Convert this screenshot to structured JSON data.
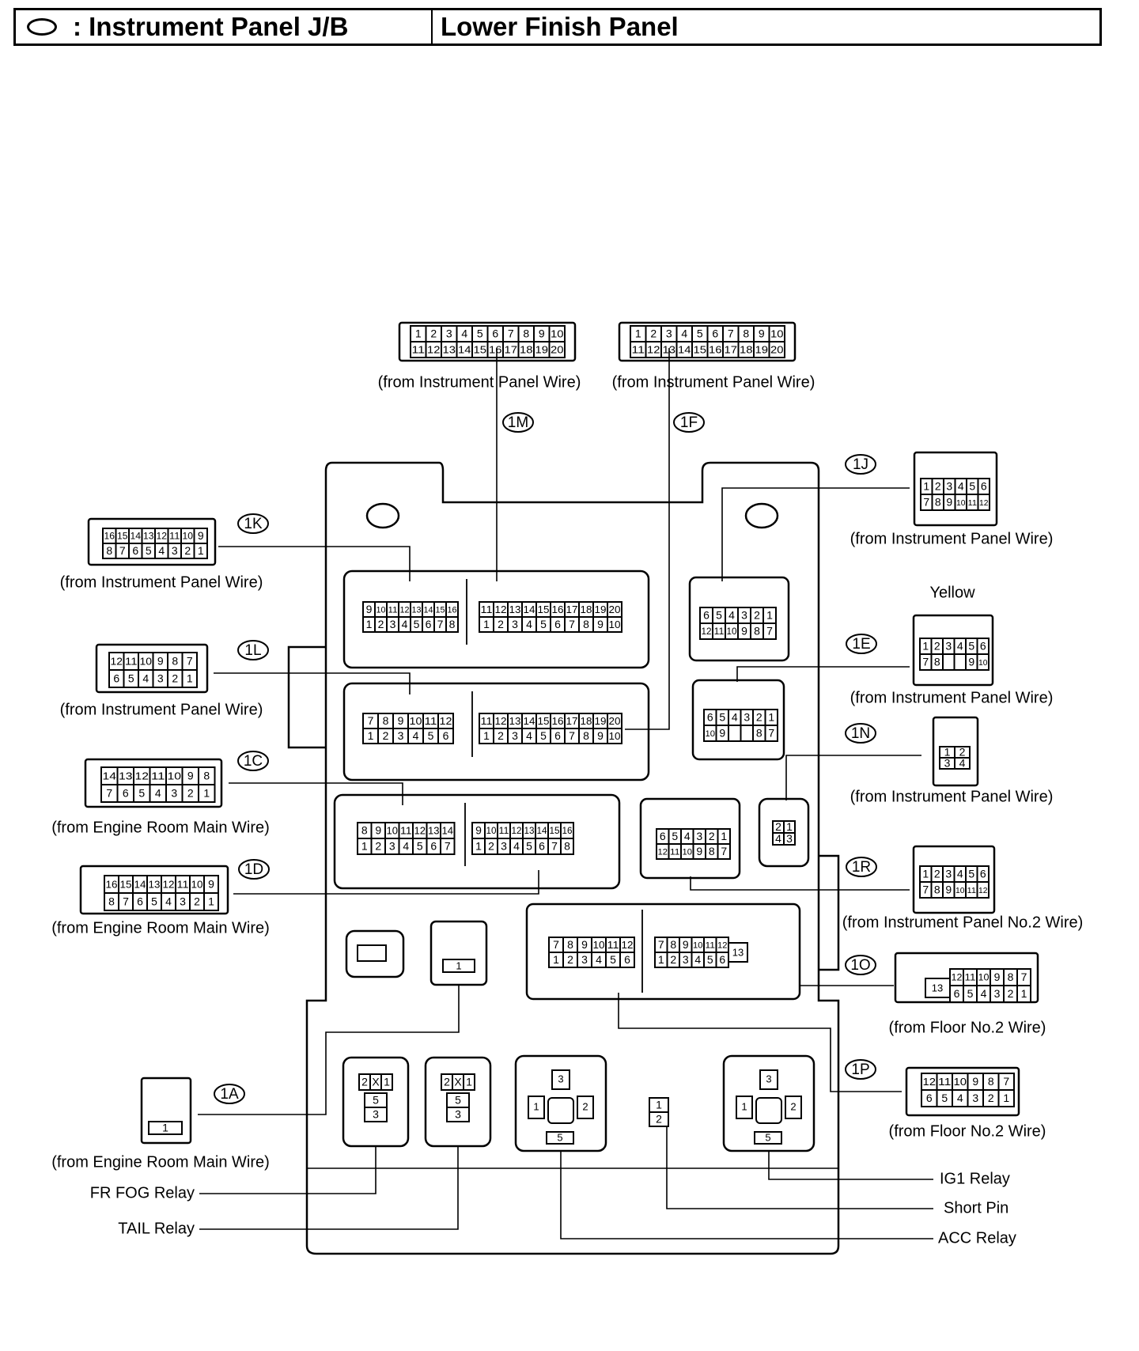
{
  "header": {
    "symbol_icon": "oval-marker-icon",
    "title": ": Instrument Panel J/B",
    "location": "Lower Finish Panel"
  },
  "connectors": [
    {
      "id": "1M",
      "label": "(from Instrument Panel Wire)",
      "rows": [
        [
          "1",
          "2",
          "3",
          "4",
          "5",
          "6",
          "7",
          "8",
          "9",
          "10"
        ],
        [
          "11",
          "12",
          "13",
          "14",
          "15",
          "16",
          "17",
          "18",
          "19",
          "20"
        ]
      ]
    },
    {
      "id": "1F",
      "label": "(from Instrument Panel Wire)",
      "rows": [
        [
          "1",
          "2",
          "3",
          "4",
          "5",
          "6",
          "7",
          "8",
          "9",
          "10"
        ],
        [
          "11",
          "12",
          "13",
          "14",
          "15",
          "16",
          "17",
          "18",
          "19",
          "20"
        ]
      ]
    },
    {
      "id": "1K",
      "label": "(from Instrument Panel Wire)",
      "rows": [
        [
          "16",
          "15",
          "14",
          "13",
          "12",
          "11",
          "10",
          "9"
        ],
        [
          "8",
          "7",
          "6",
          "5",
          "4",
          "3",
          "2",
          "1"
        ]
      ]
    },
    {
      "id": "1L",
      "label": "(from Instrument Panel Wire)",
      "rows": [
        [
          "12",
          "11",
          "10",
          "9",
          "8",
          "7"
        ],
        [
          "6",
          "5",
          "4",
          "3",
          "2",
          "1"
        ]
      ]
    },
    {
      "id": "1C",
      "label": "(from Engine Room Main Wire)",
      "rows": [
        [
          "14",
          "13",
          "12",
          "11",
          "10",
          "9",
          "8"
        ],
        [
          "7",
          "6",
          "5",
          "4",
          "3",
          "2",
          "1"
        ]
      ]
    },
    {
      "id": "1D",
      "label": "(from Engine Room Main Wire)",
      "rows": [
        [
          "16",
          "15",
          "14",
          "13",
          "12",
          "11",
          "10",
          "9"
        ],
        [
          "8",
          "7",
          "6",
          "5",
          "4",
          "3",
          "2",
          "1"
        ]
      ]
    },
    {
      "id": "1J",
      "label": "(from Instrument Panel Wire)",
      "rows": [
        [
          "1",
          "2",
          "3",
          "4",
          "5",
          "6"
        ],
        [
          "7",
          "8",
          "9",
          "10",
          "11",
          "12"
        ]
      ]
    },
    {
      "id": "1E",
      "label": "(from Instrument Panel Wire)",
      "color_note": "Yellow",
      "rows": [
        [
          "1",
          "2",
          "3",
          "4",
          "5",
          "6"
        ],
        [
          "7",
          "8",
          "",
          "",
          "9",
          "10"
        ]
      ]
    },
    {
      "id": "1N",
      "label": "(from Instrument Panel Wire)",
      "rows": [
        [
          "1",
          "2"
        ],
        [
          "3",
          "4"
        ]
      ]
    },
    {
      "id": "1R",
      "label": "(from Instrument Panel No.2 Wire)",
      "rows": [
        [
          "1",
          "2",
          "3",
          "4",
          "5",
          "6"
        ],
        [
          "7",
          "8",
          "9",
          "10",
          "11",
          "12"
        ]
      ]
    },
    {
      "id": "1O",
      "label": "(from Floor No.2 Wire)",
      "extra_pin": "13",
      "rows": [
        [
          "12",
          "11",
          "10",
          "9",
          "8",
          "7"
        ],
        [
          "6",
          "5",
          "4",
          "3",
          "2",
          "1"
        ]
      ]
    },
    {
      "id": "1P",
      "label": "(from Floor No.2 Wire)",
      "rows": [
        [
          "12",
          "11",
          "10",
          "9",
          "8",
          "7"
        ],
        [
          "6",
          "5",
          "4",
          "3",
          "2",
          "1"
        ]
      ]
    },
    {
      "id": "1A",
      "label": "(from Engine Room Main Wire)",
      "rows": [
        [
          "1"
        ]
      ]
    }
  ],
  "jb_sockets": {
    "kl_left": {
      "rows": [
        [
          "9",
          "10",
          "11",
          "12",
          "13",
          "14",
          "15",
          "16"
        ],
        [
          "1",
          "2",
          "3",
          "4",
          "5",
          "6",
          "7",
          "8"
        ]
      ]
    },
    "kl_right": {
      "rows": [
        [
          "11",
          "12",
          "13",
          "14",
          "15",
          "16",
          "17",
          "18",
          "19",
          "20"
        ],
        [
          "1",
          "2",
          "3",
          "4",
          "5",
          "6",
          "7",
          "8",
          "9",
          "10"
        ]
      ]
    },
    "lf_left": {
      "rows": [
        [
          "7",
          "8",
          "9",
          "10",
          "11",
          "12"
        ],
        [
          "1",
          "2",
          "3",
          "4",
          "5",
          "6"
        ]
      ]
    },
    "lf_right": {
      "rows": [
        [
          "11",
          "12",
          "13",
          "14",
          "15",
          "16",
          "17",
          "18",
          "19",
          "20"
        ],
        [
          "1",
          "2",
          "3",
          "4",
          "5",
          "6",
          "7",
          "8",
          "9",
          "10"
        ]
      ]
    },
    "cd_left": {
      "rows": [
        [
          "8",
          "9",
          "10",
          "11",
          "12",
          "13",
          "14"
        ],
        [
          "1",
          "2",
          "3",
          "4",
          "5",
          "6",
          "7"
        ]
      ]
    },
    "cd_right": {
      "rows": [
        [
          "9",
          "10",
          "11",
          "12",
          "13",
          "14",
          "15",
          "16"
        ],
        [
          "1",
          "2",
          "3",
          "4",
          "5",
          "6",
          "7",
          "8"
        ]
      ]
    },
    "j_socket": {
      "rows": [
        [
          "6",
          "5",
          "4",
          "3",
          "2",
          "1"
        ],
        [
          "12",
          "11",
          "10",
          "9",
          "8",
          "7"
        ]
      ]
    },
    "e_socket": {
      "rows": [
        [
          "6",
          "5",
          "4",
          "3",
          "2",
          "1"
        ],
        [
          "10",
          "9",
          "",
          "",
          "8",
          "7"
        ]
      ]
    },
    "r_socket": {
      "rows": [
        [
          "6",
          "5",
          "4",
          "3",
          "2",
          "1"
        ],
        [
          "12",
          "11",
          "10",
          "9",
          "8",
          "7"
        ]
      ]
    },
    "n_socket": {
      "rows": [
        [
          "2",
          "1"
        ],
        [
          "4",
          "3"
        ]
      ]
    },
    "op_left": {
      "rows": [
        [
          "7",
          "8",
          "9",
          "10",
          "11",
          "12"
        ],
        [
          "1",
          "2",
          "3",
          "4",
          "5",
          "6"
        ]
      ]
    },
    "op_right": {
      "rows": [
        [
          "7",
          "8",
          "9",
          "10",
          "11",
          "12"
        ],
        [
          "1",
          "2",
          "3",
          "4",
          "5",
          "6"
        ]
      ],
      "extra_pin": "13"
    },
    "a_socket": {
      "pin": "1"
    }
  },
  "relays": [
    {
      "name": "FR FOG Relay",
      "pins": [
        "2",
        "1",
        "5",
        "3"
      ]
    },
    {
      "name": "TAIL Relay",
      "pins": [
        "2",
        "1",
        "5",
        "3"
      ]
    },
    {
      "name": "ACC Relay",
      "pins": [
        "3",
        "1",
        "2",
        "5"
      ]
    },
    {
      "name": "Short Pin",
      "pins": [
        "1",
        "2"
      ]
    },
    {
      "name": "IG1 Relay",
      "pins": [
        "3",
        "1",
        "2",
        "5"
      ]
    }
  ]
}
